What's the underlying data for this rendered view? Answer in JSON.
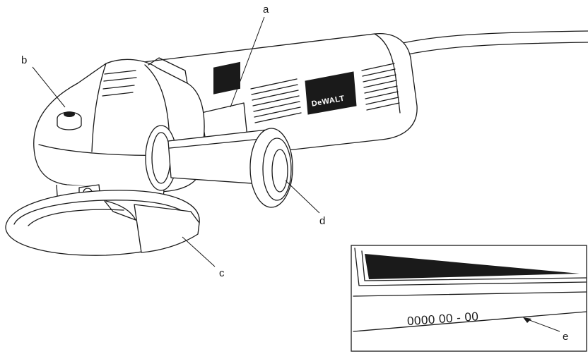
{
  "callouts": {
    "a": "a",
    "b": "b",
    "c": "c",
    "d": "d",
    "e": "e"
  },
  "brand_label": "DeWALT",
  "inset": {
    "date_code": "0000 00 - 00"
  }
}
